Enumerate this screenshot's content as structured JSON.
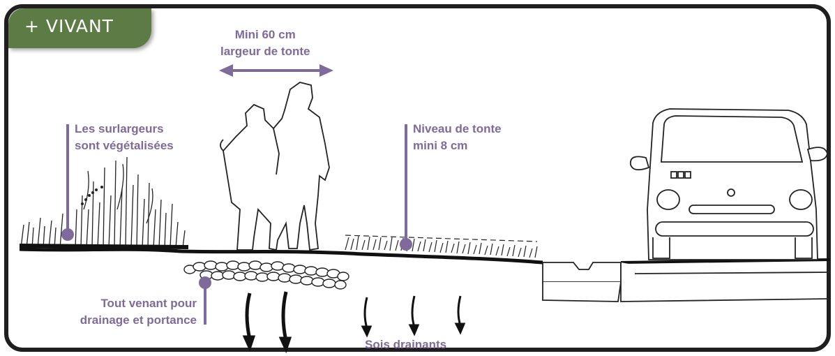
{
  "tab": {
    "label": "+ VIVANT"
  },
  "labels": {
    "mowing_width": [
      "Mini 60 cm",
      "largeur de tonte"
    ],
    "vegetated": [
      "Les surlargeurs",
      "sont végétalisées"
    ],
    "mowing_level": [
      "Niveau de tonte",
      "mini 8 cm"
    ],
    "gravel": [
      "Tout venant pour",
      "drainage et portance"
    ],
    "soils": "Sois drainants"
  },
  "colors": {
    "accent": "#7e6a9b",
    "tab_green": "#5d7c45",
    "frame": "#1f1f1f"
  }
}
